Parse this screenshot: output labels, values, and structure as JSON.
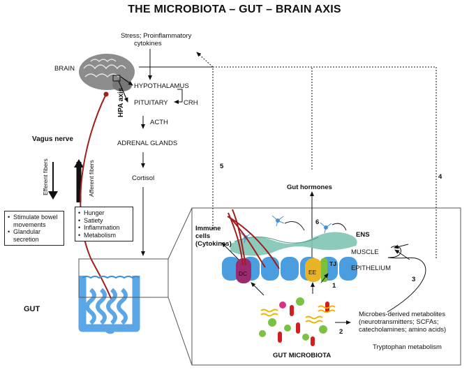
{
  "title": "THE MICROBIOTA – GUT – BRAIN AXIS",
  "labels": {
    "brain": "BRAIN",
    "gut": "GUT",
    "stress_line1": "Stress; Proinflammatory",
    "stress_line2": "cytokines",
    "hypothalamus": "HYPOTHALAMUS",
    "pituitary": "PITUITARY",
    "crh": "CRH",
    "acth": "ACTH",
    "adrenal": "ADRENAL GLANDS",
    "cortisol": "Cortisol",
    "hpa_axis": "HPA axis",
    "vagus_nerve": "Vagus nerve",
    "efferent": "Efferent fibers",
    "afferent": "Afferent fibers",
    "gut_hormones": "Gut hormones",
    "immune_line1": "Immune",
    "immune_line2": "cells",
    "immune_line3": "(Cytokines)",
    "ens": "ENS",
    "muscle": "MUSCLE",
    "epithelium": "EPITHELIUM",
    "dc": "DC",
    "ee": "EE",
    "tj": "TJ",
    "gut_microbiota": "GUT MICROBIOTA",
    "metabolites_line1": "Microbes-derived metabolites",
    "metabolites_line2": "(neurotransmitters; SCFAs;",
    "metabolites_line3": "catecholamines; amino acids)",
    "tryptophan": "Tryptophan metabolism",
    "num1": "1",
    "num2": "2",
    "num3": "3",
    "num4": "4",
    "num5": "5",
    "num6": "6"
  },
  "efferent_box": [
    "Stimulate bowel movements",
    "Glandular secretion"
  ],
  "afferent_box": [
    "Hunger",
    "Satiety",
    "Inflammation",
    "Metabolism"
  ],
  "colors": {
    "brain": "#8c8c8c",
    "gut": "#5aa6e6",
    "vagus": "#a01e1e",
    "epithelium": "#4a9ee0",
    "dc": "#9c2a6e",
    "ee": "#e8b423",
    "tj": "#7bbf3a",
    "muscle": "#7fc4b4",
    "neuron": "#4a8fd6",
    "bacteria_green": "#7cc242",
    "bacteria_red": "#d11f1f",
    "bacteria_yellow": "#f0b400",
    "bacteria_pink": "#d6338a"
  }
}
